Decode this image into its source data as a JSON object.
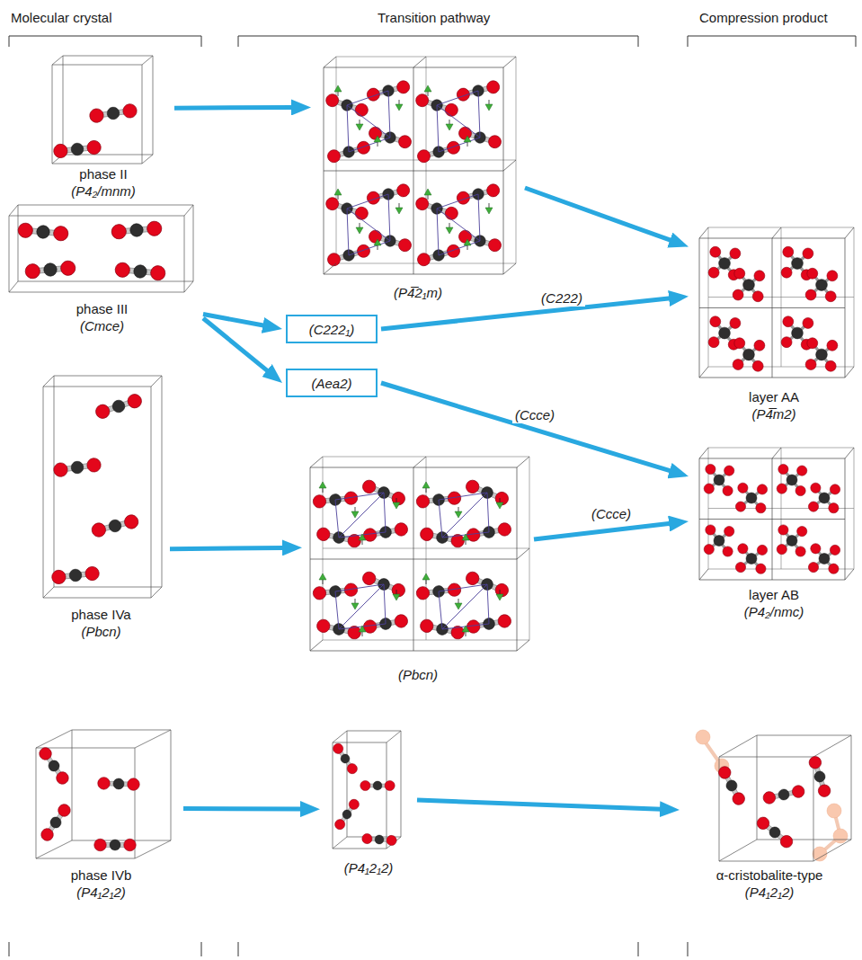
{
  "diagram": {
    "nodes": [
      {
        "text": [
          "phase II",
          "(P4₂/mnm)"
        ]
      },
      {
        "text": [
          "(P4̅2₁m)"
        ]
      },
      {
        "text": [
          "layer AA",
          "(P4̅m2)"
        ]
      },
      {
        "text": [
          "phase III",
          "(Cmce)"
        ]
      },
      {
        "text": [
          "(C222₁)"
        ]
      },
      {
        "text": [
          "(Aea2)"
        ]
      },
      {
        "text": [
          "layer AB",
          "(P4₂/nmc)"
        ]
      },
      {
        "text": [
          "phase IVa",
          "(Pbcn)"
        ]
      },
      {
        "text": [
          "(Pbcn)"
        ]
      },
      {
        "text": [
          "phase IVb",
          "(P4₁2₁2)"
        ]
      },
      {
        "text": [
          "(P4₁2₁2)"
        ]
      },
      {
        "text": [
          "α-cristobalite-type",
          "(P4₁2₁2)"
        ]
      }
    ],
    "edges": [
      {
        "from": 0,
        "to": 1,
        "arrow": "to"
      },
      {
        "from": 1,
        "to": 2,
        "arrow": "to"
      },
      {
        "from": 3,
        "to": 4,
        "arrow": "to"
      },
      {
        "from": 4,
        "to": 2,
        "label": "(C222)",
        "arrow": "to"
      },
      {
        "from": 3,
        "to": 5,
        "arrow": "to"
      },
      {
        "from": 5,
        "to": 6,
        "label": "(Ccce)",
        "arrow": "to"
      },
      {
        "from": 7,
        "to": 8,
        "arrow": "to"
      },
      {
        "from": 8,
        "to": 6,
        "label": "(Ccce)",
        "arrow": "to"
      },
      {
        "from": 9,
        "to": 10,
        "arrow": "to"
      },
      {
        "from": 10,
        "to": 11,
        "arrow": "to"
      }
    ],
    "labels": [
      "Molecular crystal",
      "Transition pathway",
      "Compression product"
    ]
  }
}
